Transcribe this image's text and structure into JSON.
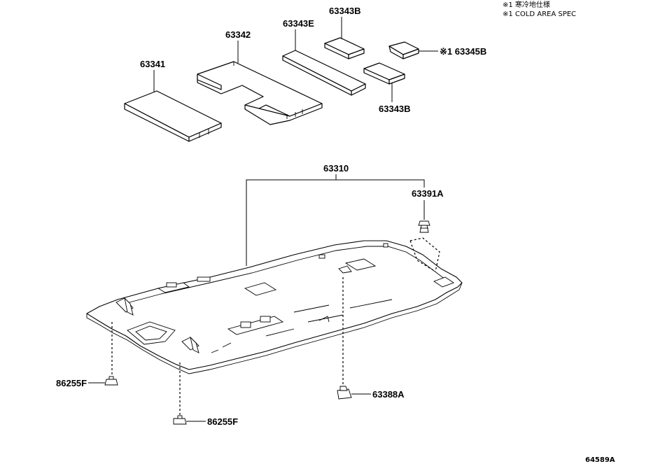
{
  "notes": {
    "line1": "※1 寒冷地仕様",
    "line2": "※1 COLD AREA SPEC"
  },
  "labels": {
    "p63341": "63341",
    "p63342": "63342",
    "p63343E": "63343E",
    "p63343B_top": "63343B",
    "p63345B": "※1 63345B",
    "p63343B_bottom": "63343B",
    "p63310": "63310",
    "p63391A": "63391A",
    "p86255F_left": "86255F",
    "p86255F_bottom": "86255F",
    "p63388A": "63388A"
  },
  "diagram_id": "64589A"
}
